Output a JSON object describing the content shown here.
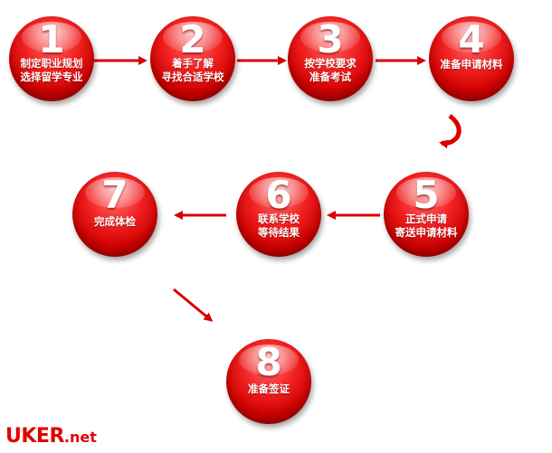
{
  "steps": [
    {
      "number": "1",
      "lines": [
        "制定职业规划",
        "选择留学专业"
      ]
    },
    {
      "number": "2",
      "lines": [
        "着手了解",
        "寻找合适学校"
      ]
    },
    {
      "number": "3",
      "lines": [
        "按学校要求",
        "准备考试"
      ]
    },
    {
      "number": "4",
      "lines": [
        "准备申请材料"
      ]
    },
    {
      "number": "5",
      "lines": [
        "正式申请",
        "寄送申请材料"
      ]
    },
    {
      "number": "6",
      "lines": [
        "联系学校",
        "等待结果"
      ]
    },
    {
      "number": "7",
      "lines": [
        "完成体检"
      ]
    },
    {
      "number": "8",
      "lines": [
        "准备签证"
      ]
    }
  ],
  "brand": {
    "main": "UKER",
    "tld": ".net"
  },
  "colors": {
    "accent": "#e00000",
    "circle": "#d00000"
  }
}
